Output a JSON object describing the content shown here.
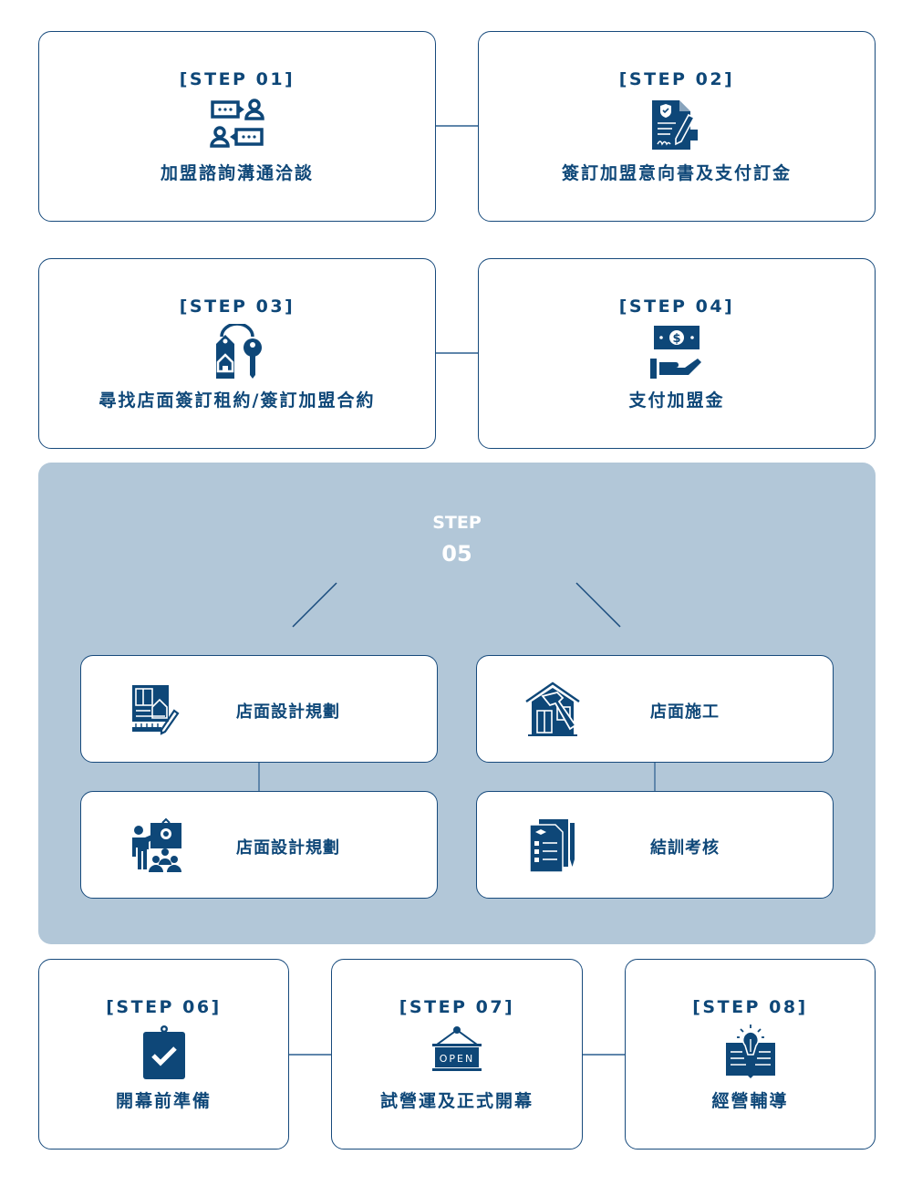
{
  "colors": {
    "primary": "#0e4778",
    "border": "#174a7c",
    "connector": "#5f86ab",
    "panel_bg": "#b2c7d8",
    "panel_text": "#ffffff"
  },
  "steps": [
    {
      "label": "[STEP 01]",
      "title": "加盟諮詢溝通洽談",
      "icon": "consultation-chat-icon"
    },
    {
      "label": "[STEP 02]",
      "title": "簽訂加盟意向書及支付訂金",
      "icon": "sign-document-icon"
    },
    {
      "label": "[STEP 03]",
      "title": "尋找店面簽訂租約/簽訂加盟合約",
      "icon": "house-key-tag-icon"
    },
    {
      "label": "[STEP 04]",
      "title": "支付加盟金",
      "icon": "hand-money-icon"
    },
    {
      "label": "[STEP 06]",
      "title": "開幕前準備",
      "icon": "clipboard-check-icon"
    },
    {
      "label": "[STEP 07]",
      "title": "試營運及正式開幕",
      "icon": "open-sign-icon"
    },
    {
      "label": "[STEP 08]",
      "title": "經營輔導",
      "icon": "book-lightbulb-icon"
    }
  ],
  "step05": {
    "label_top": "STEP",
    "label_num": "05",
    "items": [
      {
        "title": "店面設計規劃",
        "icon": "floor-plan-pencil-icon"
      },
      {
        "title": "店面施工",
        "icon": "house-hammer-icon"
      },
      {
        "title": "店面設計規劃",
        "icon": "presentation-training-icon"
      },
      {
        "title": "結訓考核",
        "icon": "exam-checklist-icon"
      }
    ]
  },
  "open_sign_text": "OPEN"
}
